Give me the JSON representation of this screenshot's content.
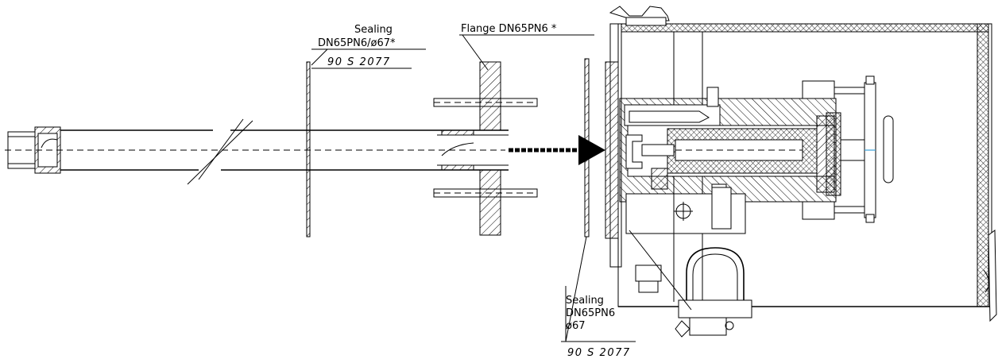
{
  "labels": {
    "sealing_left_title": "Sealing",
    "sealing_left_spec": "DN65PN6/ø67*",
    "sealing_left_part": "90 S 2077",
    "flange": "Flange DN65PN6  *",
    "sealing_bottom_title": "Sealing",
    "sealing_bottom_spec": "DN65PN6",
    "sealing_bottom_dia": "ø67",
    "sealing_bottom_part": "90 S 2077"
  }
}
